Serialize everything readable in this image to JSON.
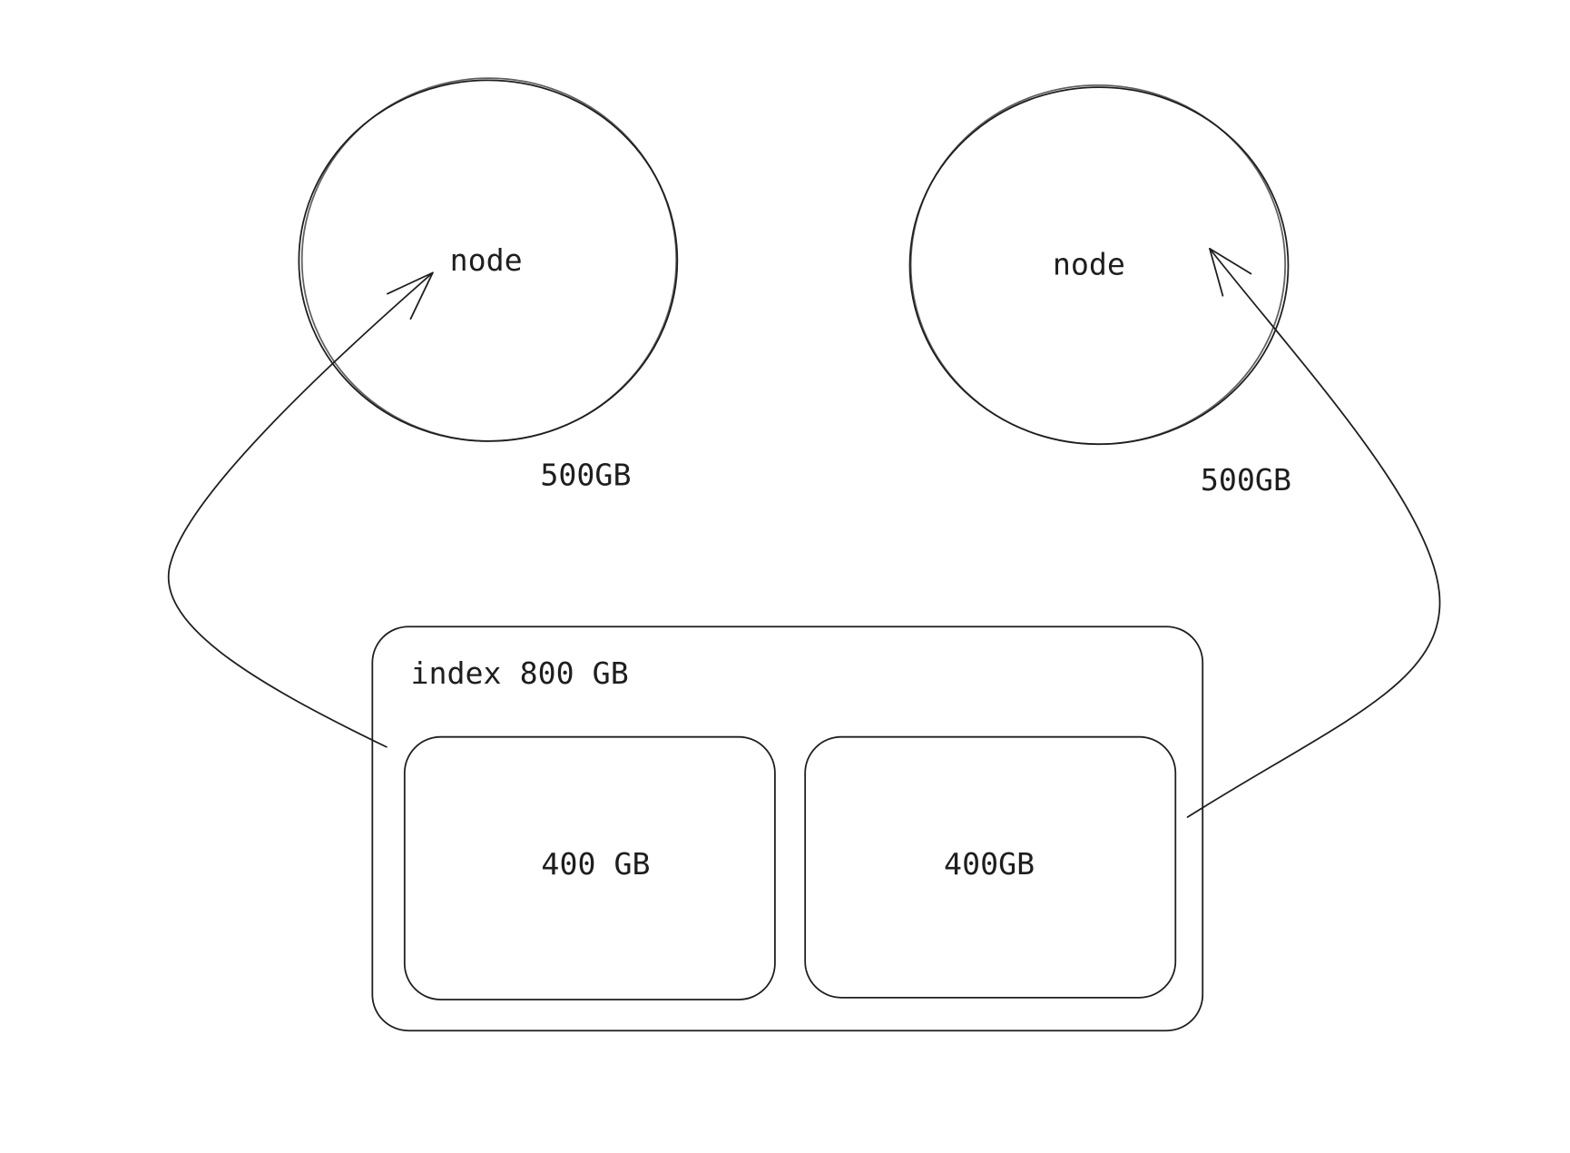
{
  "nodes": [
    {
      "label": "node",
      "capacity": "500GB"
    },
    {
      "label": "node",
      "capacity": "500GB"
    }
  ],
  "index": {
    "label": "index 800 GB",
    "shards": [
      {
        "label": "400 GB"
      },
      {
        "label": "400GB"
      }
    ]
  },
  "colors": {
    "stroke": "#1e1e1e",
    "background": "#ffffff"
  }
}
